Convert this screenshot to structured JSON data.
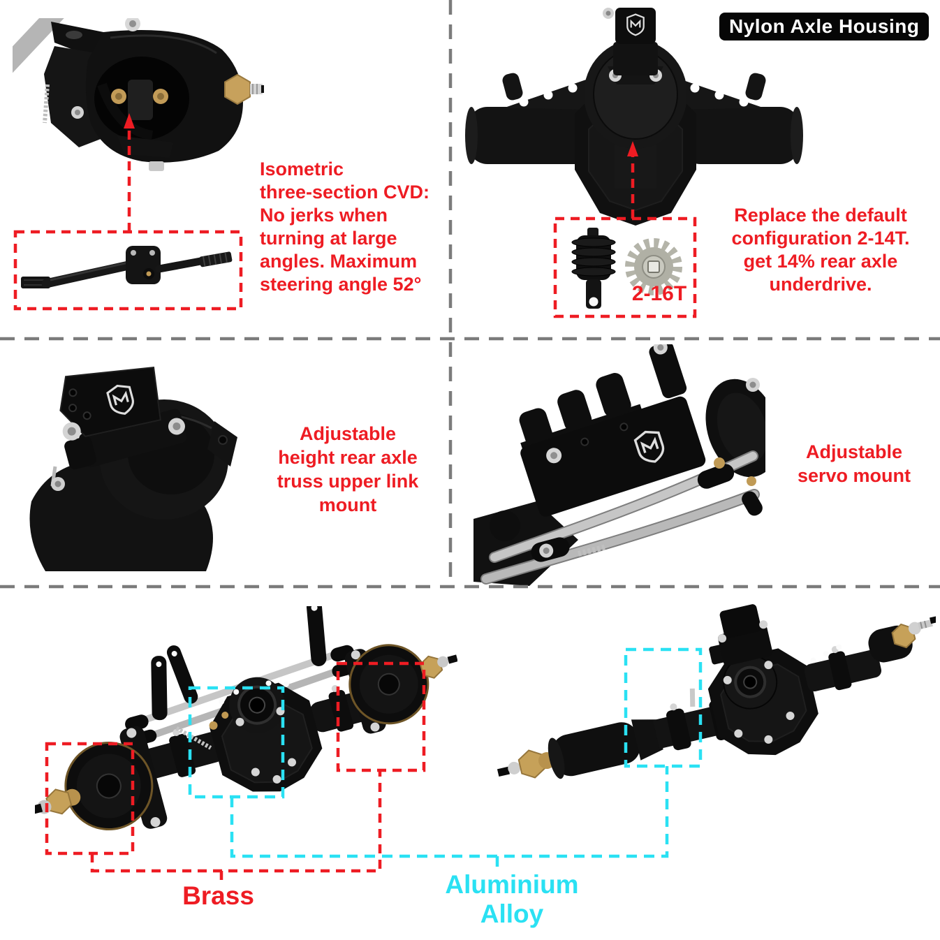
{
  "colors": {
    "red": "#ee1c23",
    "cyan": "#2ae1f3",
    "divider": "#7b7b7b"
  },
  "panels": {
    "cvd": {
      "note": "Isometric\nthree-section CVD:\nNo jerks when\nturning at large\nangles. Maximum\nsteering angle 52°"
    },
    "housing": {
      "badge": "Nylon Axle Housing",
      "note": "Replace the default\nconfiguration 2-14T.\nget 14%  rear axle\nunderdrive.",
      "gear_label": "2-16T"
    },
    "truss": {
      "note": "Adjustable\nheight rear axle\ntruss upper link\nmount"
    },
    "servo": {
      "note": "Adjustable\nservo  mount"
    }
  },
  "bottom": {
    "brass_label": "Brass",
    "alloy_label": "Aluminium Alloy"
  }
}
